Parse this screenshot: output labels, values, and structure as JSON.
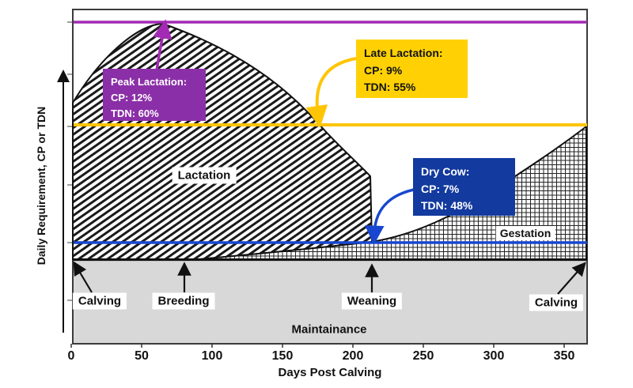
{
  "chart_data": {
    "type": "area",
    "title": "",
    "xlabel": "Days Post Calving",
    "ylabel": "Daily Requirement, CP or TDN",
    "x_ticks": [
      0,
      50,
      100,
      150,
      200,
      250,
      300,
      350
    ],
    "xlim": [
      0,
      367
    ],
    "y_axis_numeric": false,
    "grid": false,
    "legend": "none",
    "series": [
      {
        "name": "Lactation",
        "fill_style": "diagonal-hatch",
        "points_day_vs_relative_level_pct": [
          [
            0,
            71
          ],
          [
            15,
            82
          ],
          [
            40,
            92
          ],
          [
            64,
            96
          ],
          [
            90,
            91
          ],
          [
            112,
            87
          ],
          [
            140,
            80
          ],
          [
            160,
            74
          ],
          [
            176,
            65
          ],
          [
            197,
            60
          ],
          [
            210,
            50
          ],
          [
            213,
            30
          ]
        ],
        "note": "level is % of y-axis height (no numeric y scale shown); drops vertically to dry-cow line at weaning (~day 213)"
      },
      {
        "name": "Gestation",
        "fill_style": "crosshatch-grid",
        "points_day_vs_relative_level_pct": [
          [
            88,
            25
          ],
          [
            150,
            26
          ],
          [
            190,
            28
          ],
          [
            213,
            30
          ],
          [
            258,
            36
          ],
          [
            287,
            42
          ],
          [
            315,
            49
          ],
          [
            343,
            57
          ],
          [
            366,
            65
          ]
        ]
      },
      {
        "name": "Maintainance",
        "fill_style": "solid-gray-band",
        "points_day_vs_relative_level_pct": [
          [
            0,
            25
          ],
          [
            366,
            25
          ]
        ]
      }
    ],
    "reference_lines": [
      {
        "label": "Peak Lactation",
        "cp": "12%",
        "tdn": "60%",
        "relative_level_pct": 96,
        "color": "#a32ab4"
      },
      {
        "label": "Late Lactation",
        "cp": "9%",
        "tdn": "55%",
        "relative_level_pct": 65,
        "color": "#ffc404"
      },
      {
        "label": "Dry Cow",
        "cp": "7%",
        "tdn": "48%",
        "relative_level_pct": 30,
        "color": "#1747d0"
      }
    ],
    "events": [
      {
        "label": "Calving",
        "day": 0
      },
      {
        "label": "Breeding",
        "day": 80
      },
      {
        "label": "Weaning",
        "day": 213
      },
      {
        "label": "Calving",
        "day": 365
      }
    ]
  },
  "axes": {
    "x_title": "Days Post Calving",
    "y_title": "Daily Requirement, CP or TDN",
    "x_ticks": [
      "0",
      "50",
      "100",
      "150",
      "200",
      "250",
      "300",
      "350"
    ]
  },
  "callouts": {
    "peak": {
      "title": "Peak Lactation:",
      "cp": "CP: 12%",
      "tdn": "TDN: 60%",
      "bg": "#8b2fa8"
    },
    "late": {
      "title": "Late Lactation:",
      "cp": "CP: 9%",
      "tdn": "TDN: 55%",
      "bg": "#ffd104"
    },
    "dry": {
      "title": "Dry Cow:",
      "cp": "CP: 7%",
      "tdn": "TDN: 48%",
      "bg": "#133a9e"
    }
  },
  "regions": {
    "lactation": "Lactation",
    "gestation": "Gestation",
    "maintenance": "Maintainance"
  },
  "event_labels": {
    "calving_left": "Calving",
    "breeding": "Breeding",
    "weaning": "Weaning",
    "calving_right": "Calving"
  },
  "colors": {
    "peak_line": "#a32ab4",
    "peak_box": "#8b2fa8",
    "late_line": "#ffc404",
    "late_box": "#ffd104",
    "dry_line": "#1747d0",
    "dry_box": "#133a9e",
    "maintenance_gray": "#d8d8d8",
    "plot_border": "#3b3b3b",
    "text": "#111111"
  }
}
